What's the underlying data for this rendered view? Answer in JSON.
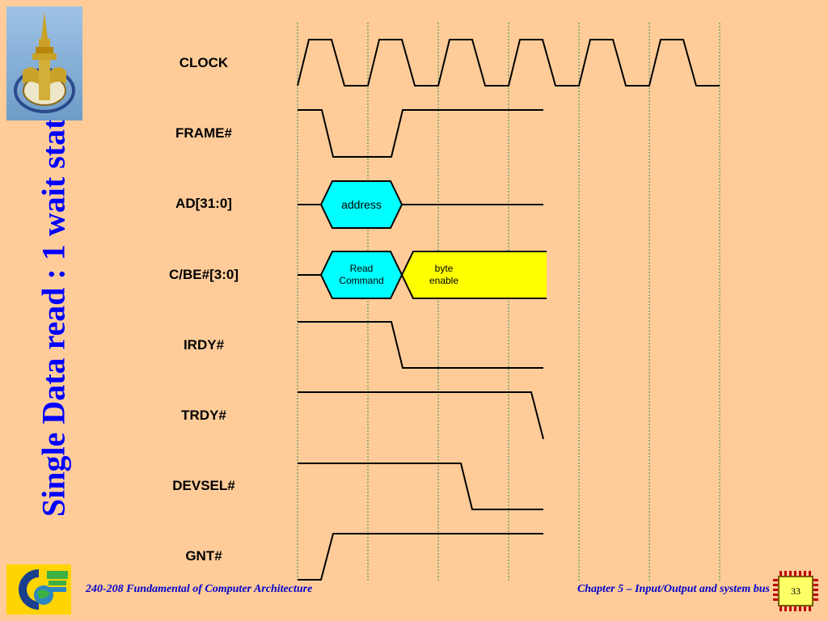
{
  "slide": {
    "title": "Single Data read : 1 wait state"
  },
  "signals": [
    {
      "name": "CLOCK"
    },
    {
      "name": "FRAME#"
    },
    {
      "name": "AD[31:0]"
    },
    {
      "name": "C/BE#[3:0]"
    },
    {
      "name": "IRDY#"
    },
    {
      "name": "TRDY#"
    },
    {
      "name": "DEVSEL#"
    },
    {
      "name": "GNT#"
    }
  ],
  "buses": {
    "address_label": "address",
    "read_command_line1": "Read",
    "read_command_line2": "Command",
    "byte_enable_line1": "byte",
    "byte_enable_line2": "enable"
  },
  "colors": {
    "background": "#FFCC99",
    "title": "#0000FF",
    "address_box": "#00FFFF",
    "byte_enable_box": "#FFFF00",
    "clock_gridline": "#2E8B57"
  },
  "footer": {
    "course_number": "240-",
    "course_name": "208 Fundamental of Computer Architecture",
    "chapter": "Chapter 5 – Input/Output and system bus",
    "page_number": "33"
  },
  "icons": {
    "crest": "university-crest-icon",
    "logo": "department-logo-icon",
    "chip": "microchip-icon"
  }
}
